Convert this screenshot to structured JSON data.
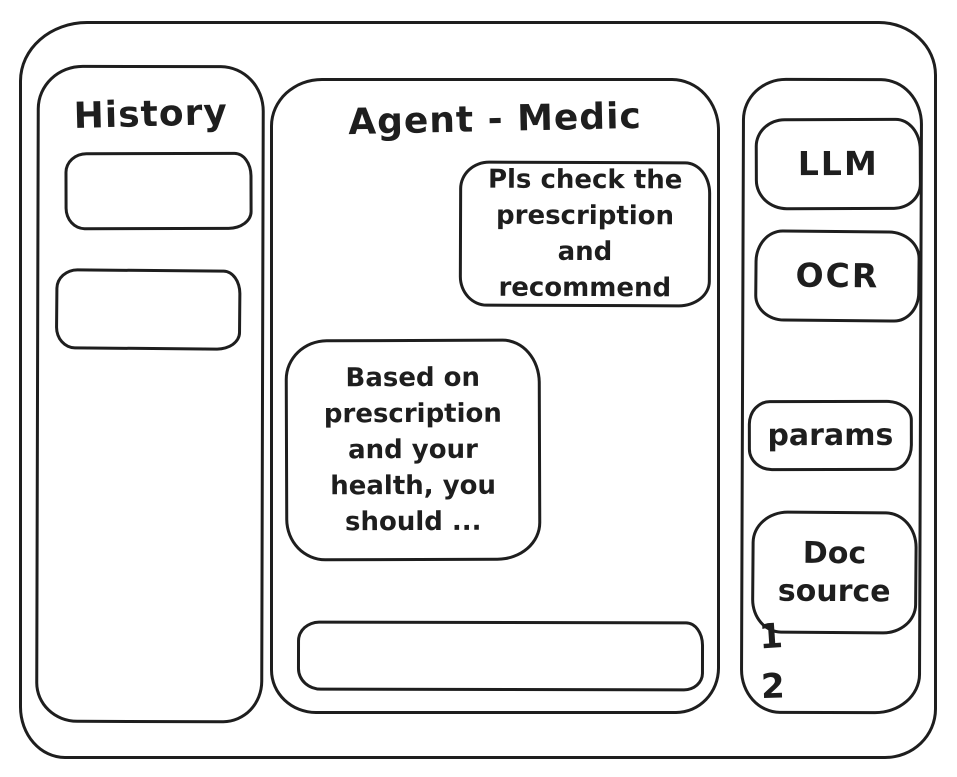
{
  "history": {
    "title": "History",
    "items": [
      "",
      ""
    ]
  },
  "chat": {
    "title": "Agent - Medic",
    "messages": [
      {
        "role": "user",
        "text": "Pls check the prescription and recommend"
      },
      {
        "role": "assistant",
        "text": "Based on prescription and your health, you should ..."
      }
    ],
    "input_value": ""
  },
  "tools": {
    "buttons": [
      {
        "label": "LLM"
      },
      {
        "label": "OCR"
      },
      {
        "label": "params"
      },
      {
        "label": "Doc source"
      }
    ],
    "doc_source_list": [
      "1",
      "2"
    ]
  },
  "colors": {
    "ink": "#1e1e1e",
    "background": "#ffffff"
  }
}
